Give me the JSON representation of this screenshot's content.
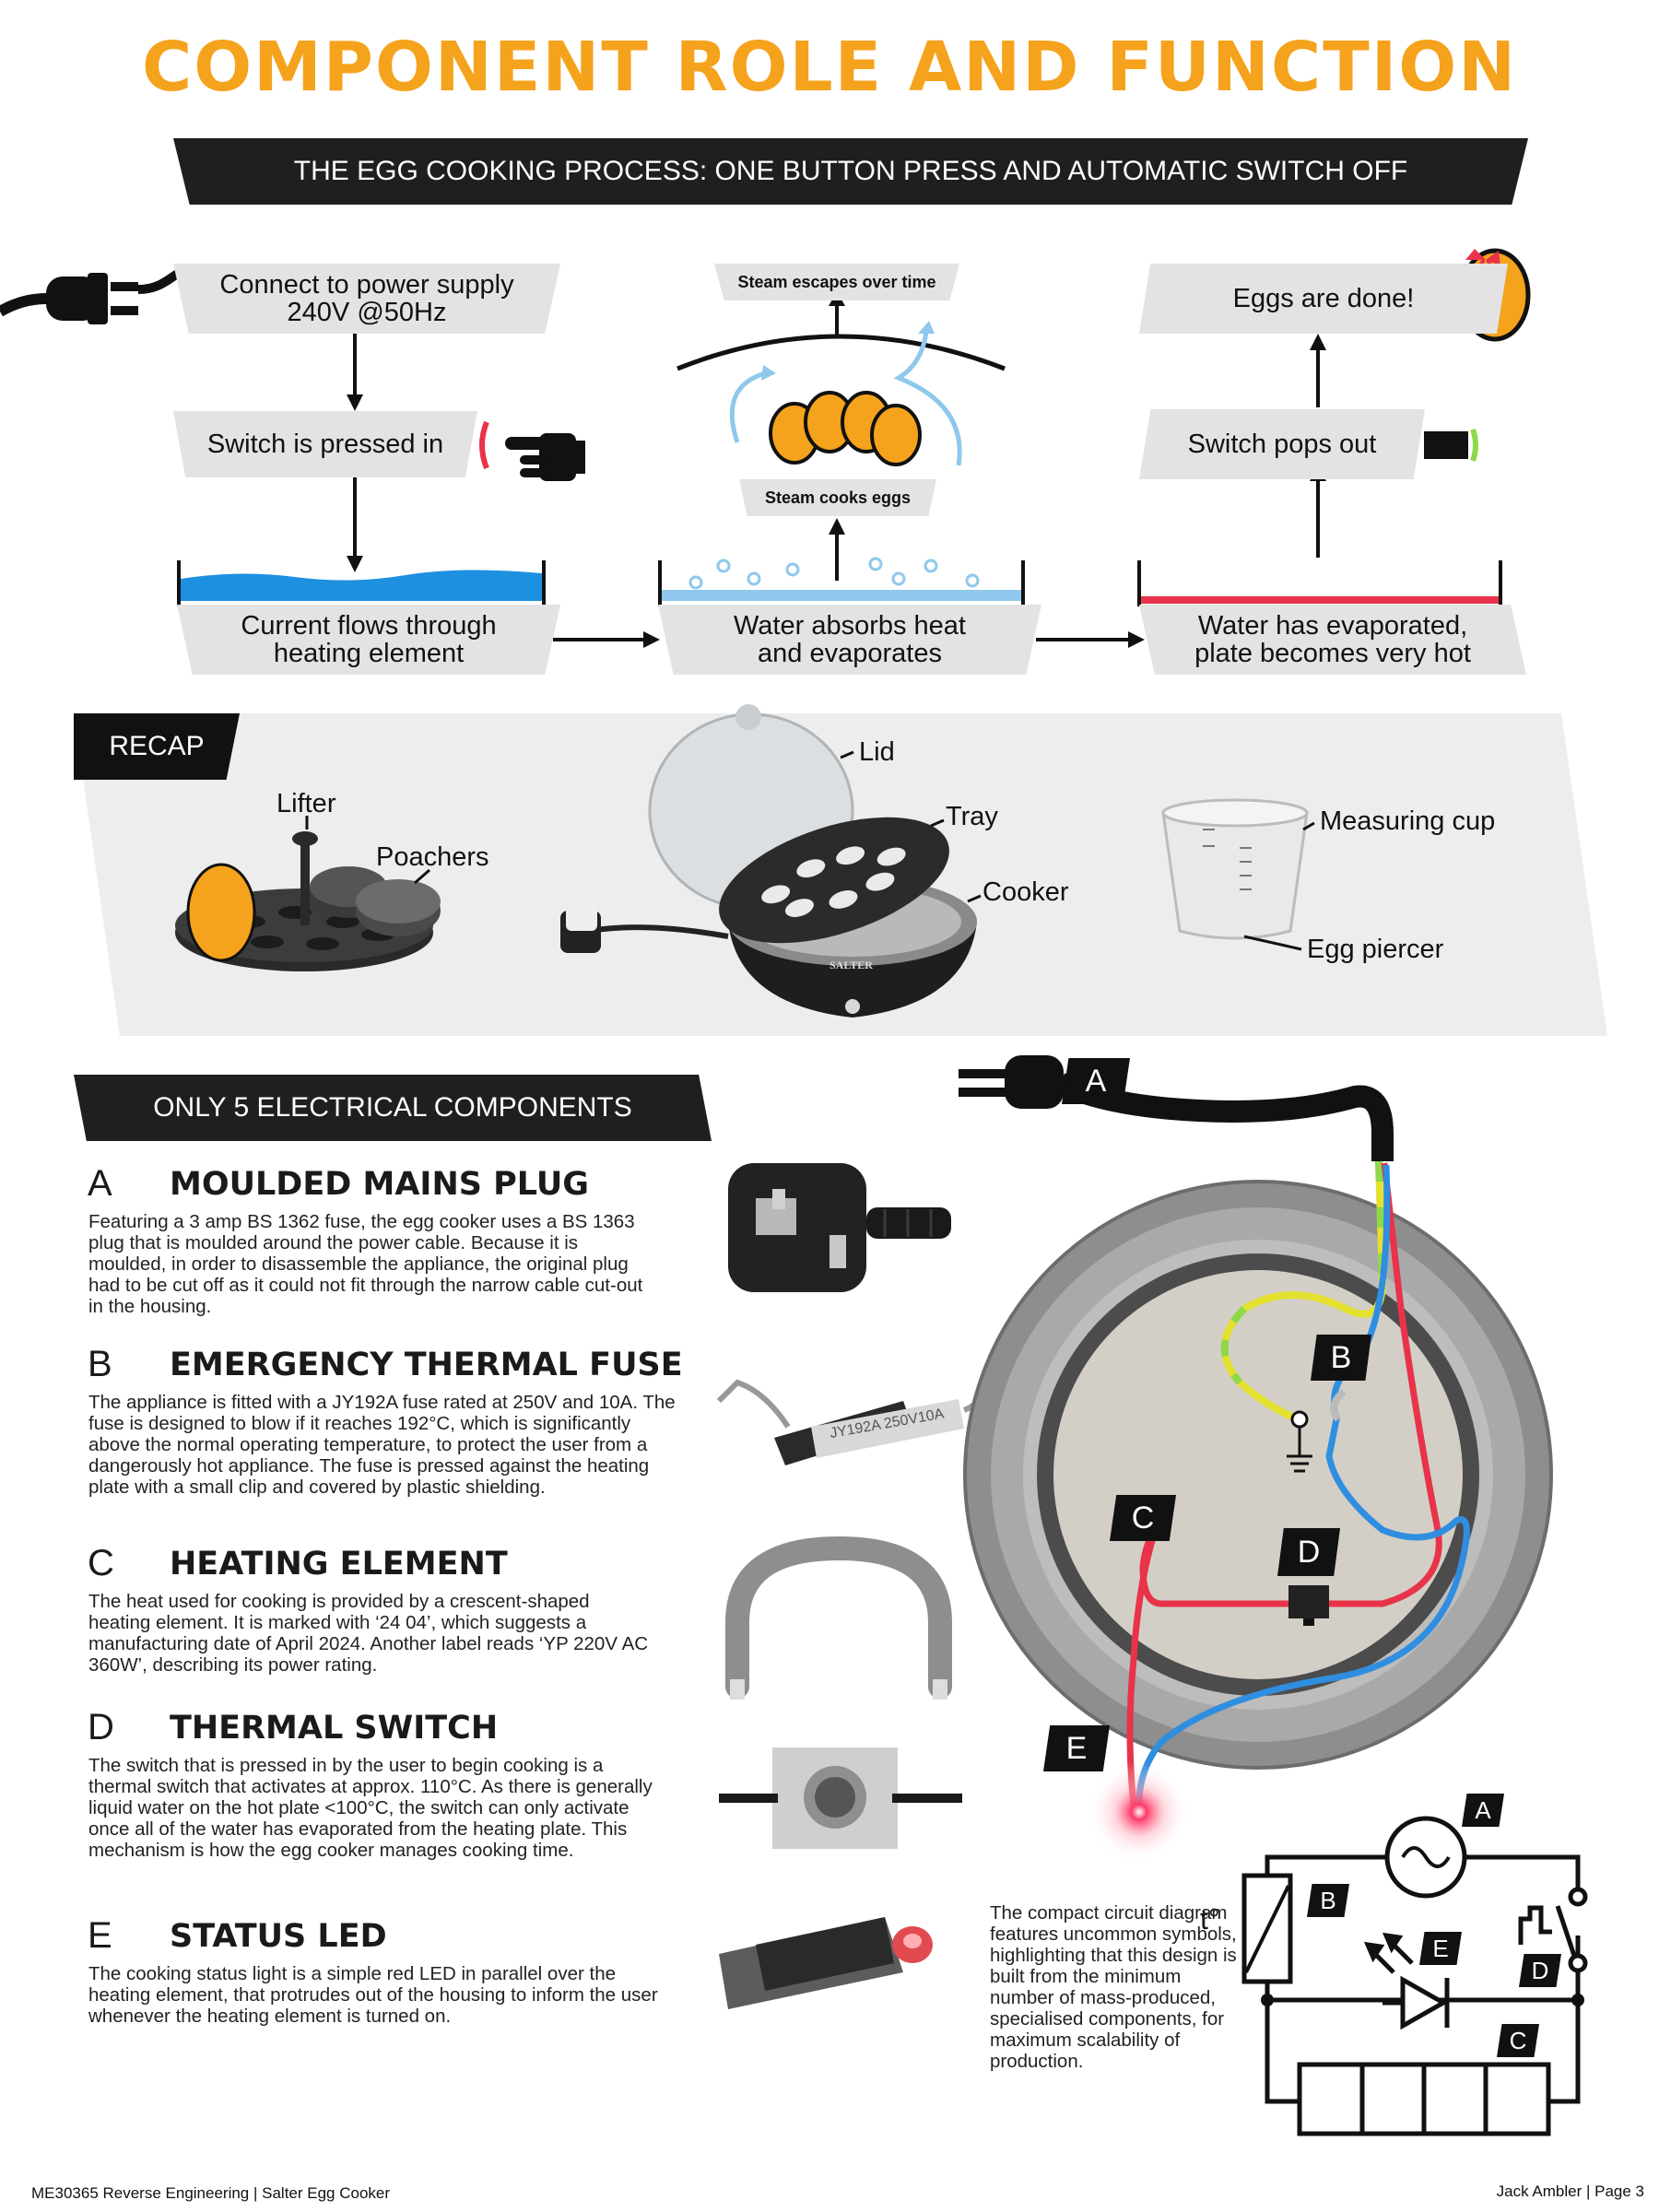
{
  "title": "COMPONENT ROLE AND FUNCTION",
  "process_banner": "THE EGG COOKING PROCESS: ONE BUTTON PRESS AND AUTOMATIC SWITCH OFF",
  "process": {
    "connect_line1": "Connect to power supply",
    "connect_line2": "240V @50Hz",
    "switch_pressed": "Switch is pressed in",
    "current_line1": "Current flows through",
    "current_line2": "heating element",
    "steam_escapes": "Steam escapes over time",
    "steam_cooks": "Steam cooks eggs",
    "water_line1": "Water absorbs heat",
    "water_line2": "and evaporates",
    "eggs_done": "Eggs are done!",
    "switch_pops": "Switch pops out",
    "evap_line1": "Water has evaporated,",
    "evap_line2": "plate becomes very hot"
  },
  "recap": {
    "tag": "RECAP",
    "lifter": "Lifter",
    "poachers": "Poachers",
    "lid": "Lid",
    "tray": "Tray",
    "cooker": "Cooker",
    "brand": "SALTER",
    "measuring_cup": "Measuring cup",
    "egg_piercer": "Egg piercer"
  },
  "components_banner": "ONLY 5 ELECTRICAL COMPONENTS",
  "components": [
    {
      "letter": "A",
      "title": "MOULDED MAINS PLUG",
      "text": "Featuring a 3 amp BS 1362 fuse, the egg cooker uses a BS 1363 plug that is moulded around the power cable. Because it is moulded, in order to disassemble the appliance, the original plug had to be cut off as it could not fit through the narrow cable cut-out in the housing."
    },
    {
      "letter": "B",
      "title": "EMERGENCY THERMAL FUSE",
      "text": "The appliance is fitted with a JY192A fuse rated at 250V and 10A. The fuse is designed to blow if it reaches 192°C, which is significantly above the normal operating temperature, to protect the user from a dangerously hot appliance. The fuse is pressed against the heating plate with a small clip and covered by plastic shielding."
    },
    {
      "letter": "C",
      "title": "HEATING ELEMENT",
      "text": "The heat used for cooking is provided by a crescent-shaped heating element. It is marked with ‘24 04’, which suggests a manufacturing date of April 2024. Another label reads ‘YP 220V AC 360W’, describing its power rating."
    },
    {
      "letter": "D",
      "title": "THERMAL SWITCH",
      "text": "The switch that is pressed in by the user to begin cooking is a thermal switch that activates at approx. 110°C. As there is generally liquid water on the hot plate <100°C, the switch can only activate once all of the water has evaporated from the heating plate. This mechanism is how the egg cooker manages cooking time."
    },
    {
      "letter": "E",
      "title": "STATUS LED",
      "text": "The cooking status light is a simple red LED in parallel over the heating element, that protrudes out of the housing to inform the user whenever the heating element is turned on."
    }
  ],
  "fuse_marking": "JY192A 250V10A",
  "diagram_tags": [
    "A",
    "B",
    "C",
    "D",
    "E"
  ],
  "circuit_tags": [
    "A",
    "B",
    "C",
    "D",
    "E"
  ],
  "circuit_t": "t°",
  "circuit_caption": "The compact circuit diagram features uncommon symbols, highlighting that this design is built from the minimum number of mass-produced, specialised components, for maximum scalability of production.",
  "footer_left": "ME30365 Reverse Engineering | Salter Egg Cooker",
  "footer_right": "Jack Ambler | Page 3",
  "colors": {
    "accent": "#f5a21c",
    "banner": "#1f1f1f",
    "live": "#e8334a",
    "neutral": "#2f8ee0",
    "earth": "#e8e020",
    "water": "#1e90e0"
  }
}
